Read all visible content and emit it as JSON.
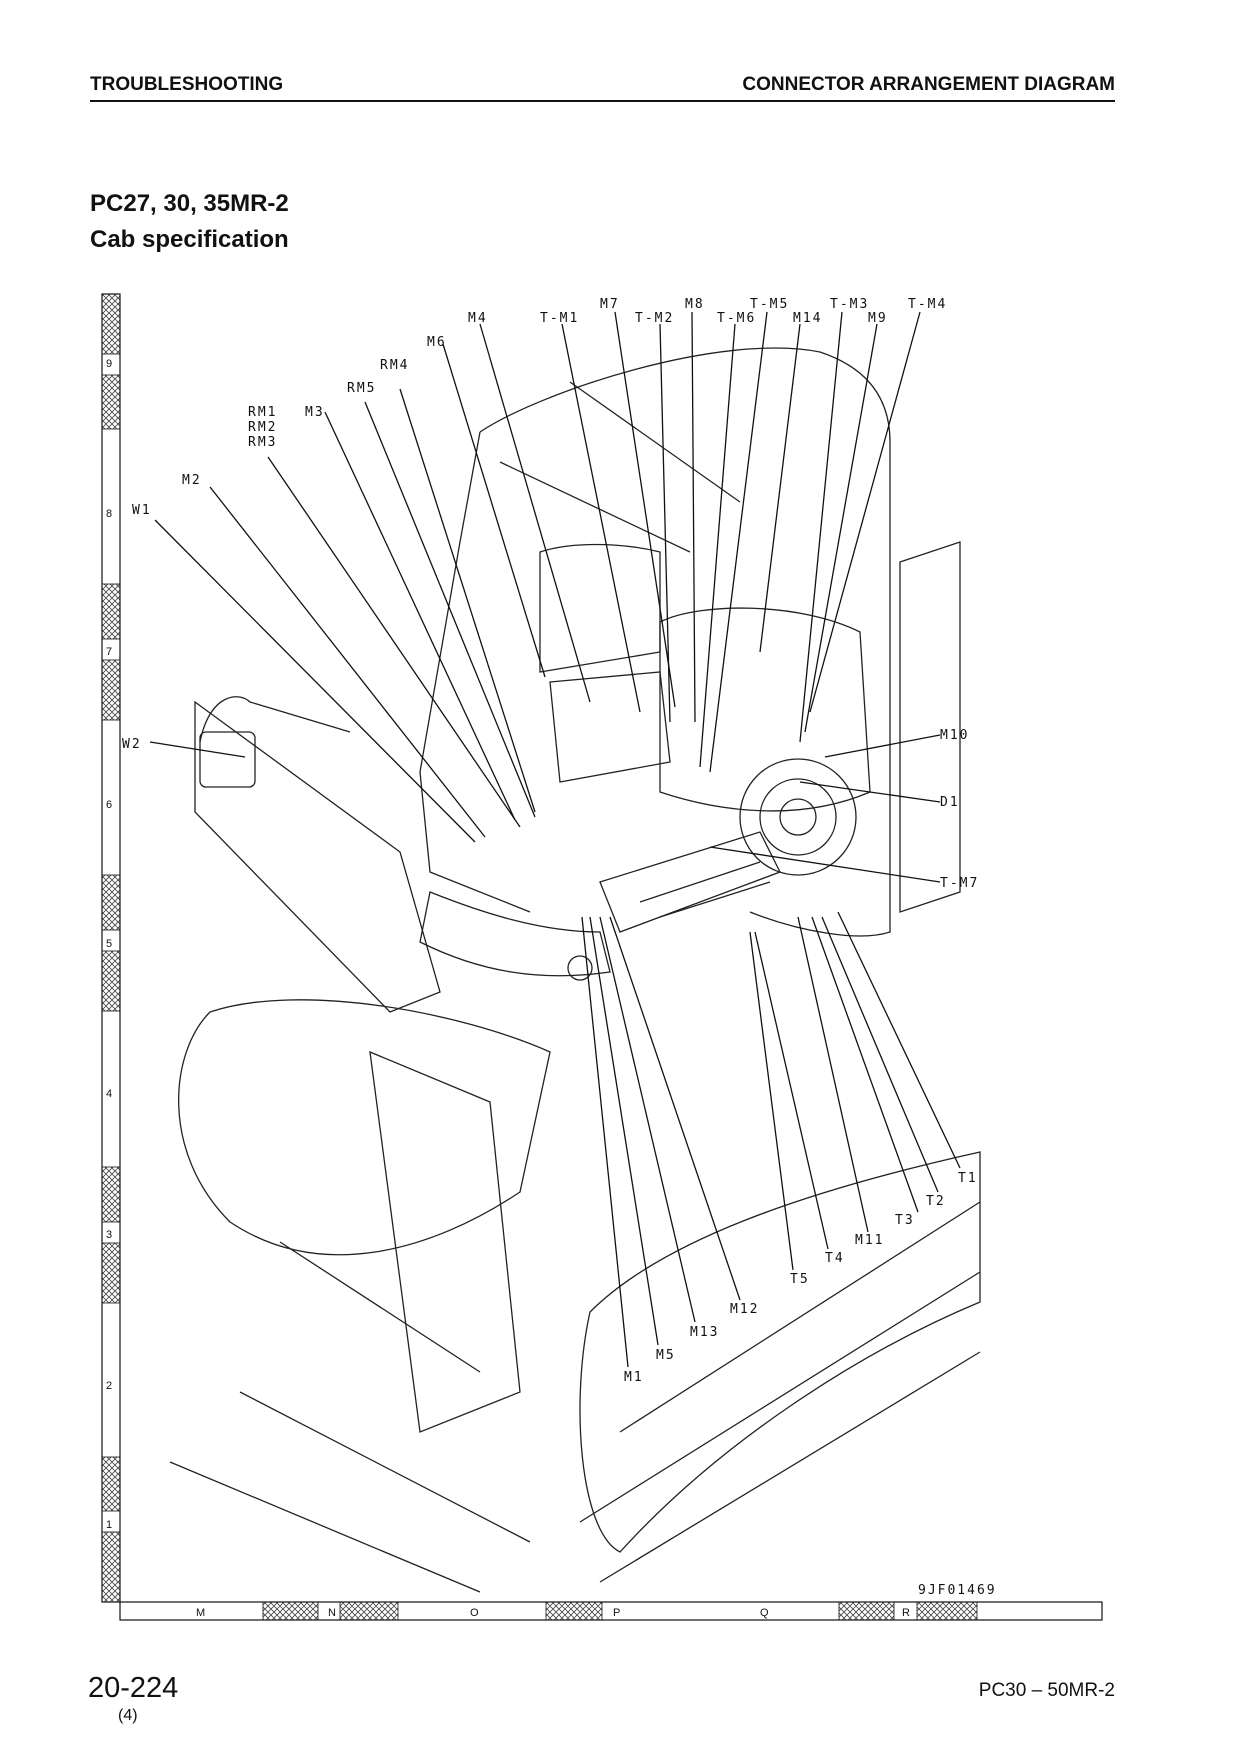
{
  "header": {
    "left": "TROUBLESHOOTING",
    "right": "CONNECTOR ARRANGEMENT DIAGRAM"
  },
  "title": {
    "line1": "PC27, 30, 35MR-2",
    "line2": "Cab specification"
  },
  "figure": {
    "code": "9JF01469",
    "labels": {
      "W1": "W1",
      "W2": "W2",
      "M1": "M1",
      "M2": "M2",
      "M3": "M3",
      "M4": "M4",
      "M5": "M5",
      "M6": "M6",
      "M7": "M7",
      "M8": "M8",
      "M9": "M9",
      "M10": "M10",
      "M11": "M11",
      "M12": "M12",
      "M13": "M13",
      "M14": "M14",
      "RM123": [
        "RM1",
        "RM2",
        "RM3"
      ],
      "RM4": "RM4",
      "RM5": "RM5",
      "TM1": "T-M1",
      "TM2": "T-M2",
      "TM3": "T-M3",
      "TM4": "T-M4",
      "TM5": "T-M5",
      "TM6": "T-M6",
      "TM7": "T-M7",
      "T1": "T1",
      "T2": "T2",
      "T3": "T3",
      "T4": "T4",
      "T5": "T5",
      "D1": "D1"
    },
    "grid_rows": [
      "9",
      "8",
      "7",
      "6",
      "5",
      "4",
      "3",
      "2",
      "1"
    ],
    "grid_cols": [
      "M",
      "N",
      "O",
      "P",
      "Q",
      "R"
    ]
  },
  "footer": {
    "page": "20-224",
    "rev": "(4)",
    "model": "PC30 – 50MR-2"
  }
}
